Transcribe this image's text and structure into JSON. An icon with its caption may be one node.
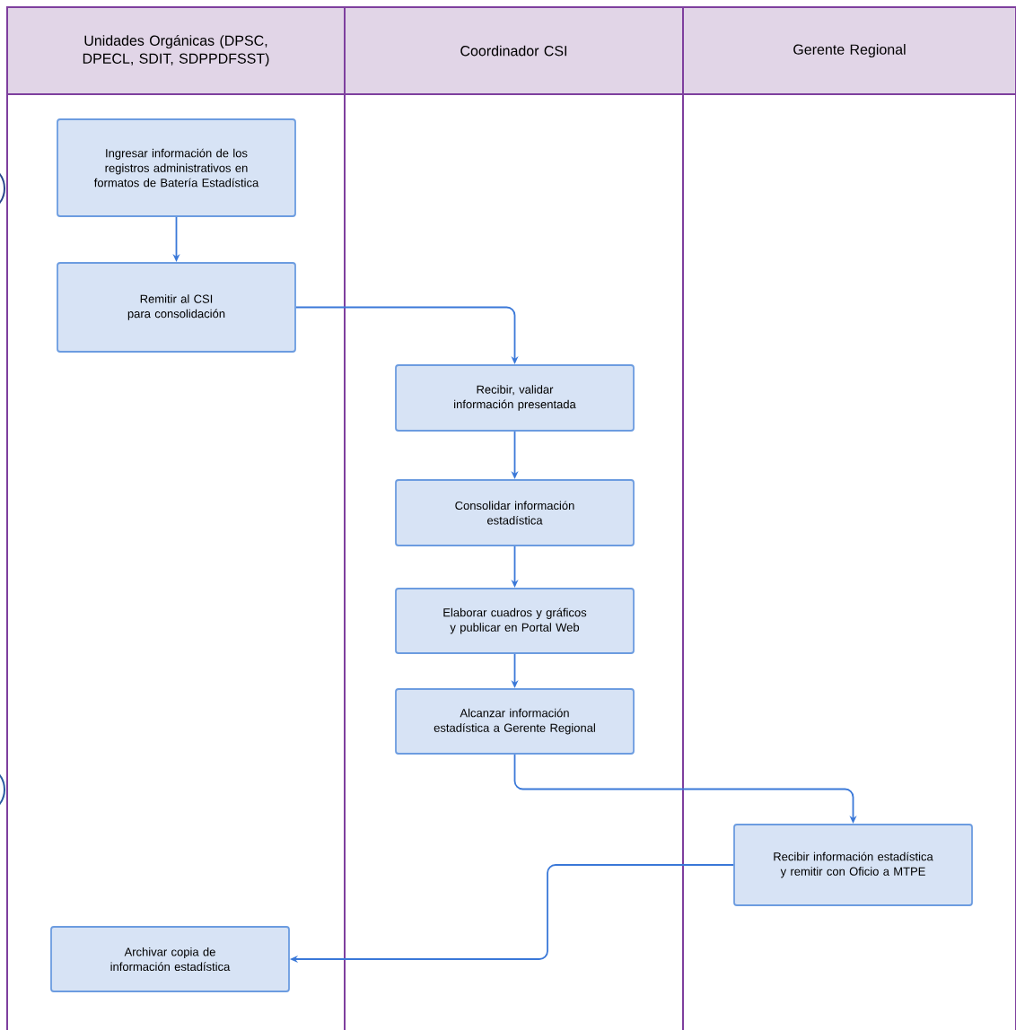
{
  "diagram": {
    "nodes": [
      {
        "text": [
          "Unidades Orgánicas (DPSC, DPECL, SDIT, SDPPDFSST)"
        ]
      },
      {
        "text": [
          "Coordinador CSI"
        ]
      },
      {
        "text": [
          "Gerente Regional"
        ]
      },
      {
        "text": [
          "Ingresar información de los registros administrativos en formatos de Batería Estadística"
        ],
        "in": 0
      },
      {
        "text": [
          "Remitir al CSI para consolidación"
        ],
        "in": 0
      },
      {
        "text": [
          "Recibir, validar información presentada"
        ],
        "in": 1
      },
      {
        "text": [
          "Consolidar información estadística"
        ],
        "in": 1
      },
      {
        "text": [
          "Elaborar cuadros y gráficos y publicar en Portal Web"
        ],
        "in": 1
      },
      {
        "text": [
          "Alcanzar información estadística a Gerente Regional"
        ],
        "in": 1
      },
      {
        "text": [
          "Recibir información estadística y remitir con Oficio a MTPE"
        ],
        "in": 2
      },
      {
        "text": [
          "Archivar copia de información estadística"
        ],
        "in": 0
      }
    ],
    "edges": [
      {
        "from": 3,
        "to": 4,
        "arrow": "to"
      },
      {
        "from": 4,
        "to": 5,
        "arrow": "to"
      },
      {
        "from": 5,
        "to": 6,
        "arrow": "to"
      },
      {
        "from": 6,
        "to": 7,
        "arrow": "to"
      },
      {
        "from": 7,
        "to": 8,
        "arrow": "to"
      },
      {
        "from": 8,
        "to": 9,
        "arrow": "to"
      },
      {
        "from": 9,
        "to": 10,
        "arrow": "to"
      }
    ]
  }
}
